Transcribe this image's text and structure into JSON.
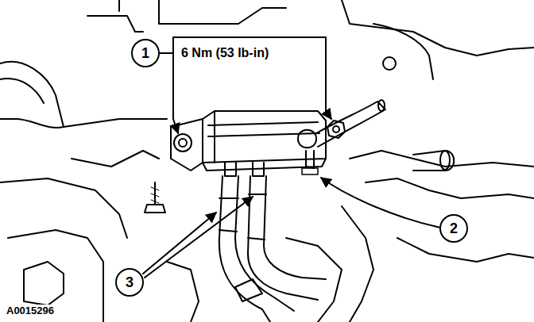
{
  "diagram": {
    "nodes": [
      {
        "text": [
          "1"
        ]
      },
      {
        "text": [
          "2"
        ]
      },
      {
        "text": [
          "3"
        ]
      }
    ],
    "labels": [
      "6 Nm (53 lb-in)",
      "A0015296"
    ]
  }
}
